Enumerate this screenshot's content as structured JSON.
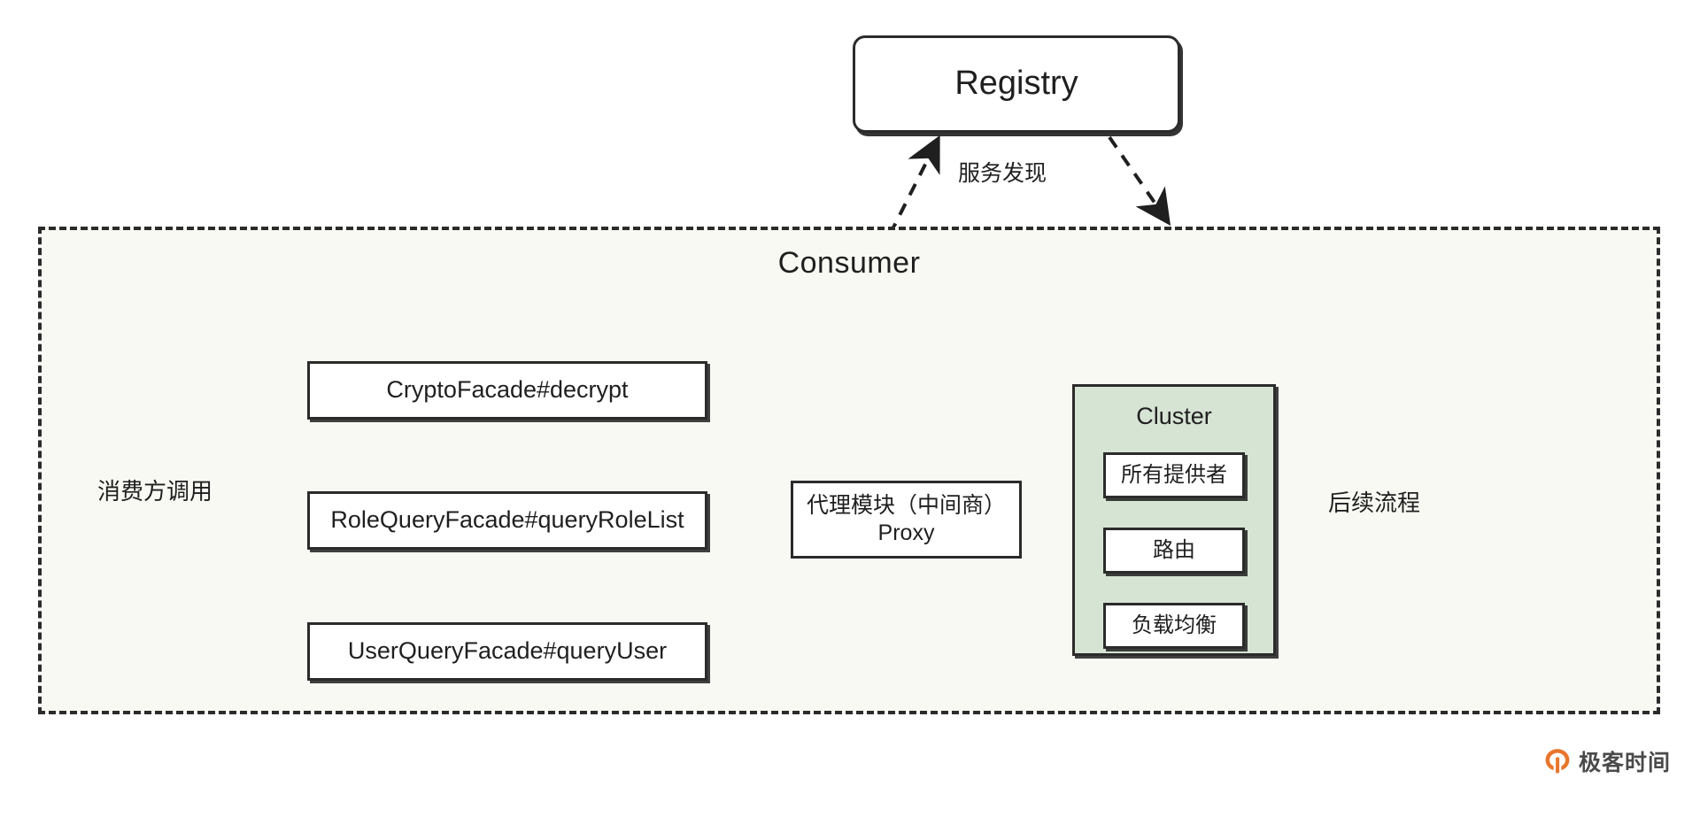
{
  "diagram": {
    "registry": {
      "label": "Registry"
    },
    "consumer": {
      "label": "Consumer"
    },
    "facades": [
      {
        "label": "CryptoFacade#decrypt"
      },
      {
        "label": "RoleQueryFacade#queryRoleList"
      },
      {
        "label": "UserQueryFacade#queryUser"
      }
    ],
    "proxy": {
      "line1": "代理模块（中间商）",
      "line2": "Proxy"
    },
    "cluster": {
      "label": "Cluster",
      "steps": [
        {
          "label": "所有提供者"
        },
        {
          "label": "路由"
        },
        {
          "label": "负载均衡"
        }
      ]
    },
    "edge_labels": {
      "service_discovery": "服务发现",
      "consumer_call": "消费方调用",
      "followup": "后续流程"
    }
  },
  "watermark": {
    "text": "极客时间",
    "logo_icon": "geektime-logo-icon"
  },
  "colors": {
    "background": "#ffffff",
    "consumer_fill": "#f8f9f3",
    "cluster_fill": "#d6e4d4",
    "stroke": "#2b2b2b",
    "watermark_accent": "#e8762c"
  }
}
